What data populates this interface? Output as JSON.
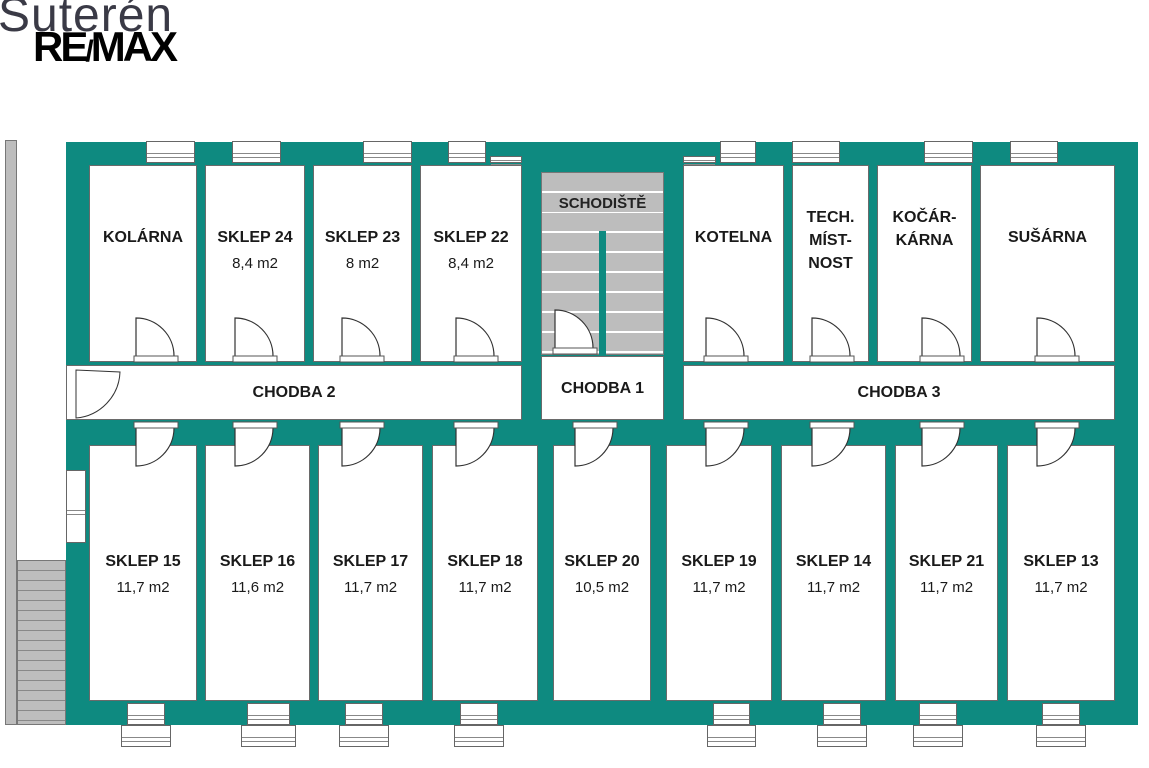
{
  "header": {
    "title": "Suterén",
    "logo": "RE/MAX"
  },
  "rooms_top": [
    {
      "label": "KOLÁRNA",
      "area": ""
    },
    {
      "label": "SKLEP 24",
      "area": "8,4 m2"
    },
    {
      "label": "SKLEP 23",
      "area": "8 m2"
    },
    {
      "label": "SKLEP 22",
      "area": "8,4 m2"
    },
    {
      "label": "KOTELNA",
      "area": ""
    },
    {
      "label": "TECH. MÍST- NOST",
      "area": ""
    },
    {
      "label": "KOČÁR- KÁRNA",
      "area": ""
    },
    {
      "label": "SUŠÁRNA",
      "area": ""
    }
  ],
  "stair": {
    "label": "SCHODIŠTĚ"
  },
  "corridors": [
    {
      "label": "CHODBA 2"
    },
    {
      "label": "CHODBA 1"
    },
    {
      "label": "CHODBA 3"
    }
  ],
  "rooms_bottom": [
    {
      "label": "SKLEP 15",
      "area": "11,7 m2"
    },
    {
      "label": "SKLEP 16",
      "area": "11,6 m2"
    },
    {
      "label": "SKLEP 17",
      "area": "11,7 m2"
    },
    {
      "label": "SKLEP 18",
      "area": "11,7 m2"
    },
    {
      "label": "SKLEP 20",
      "area": "10,5 m2"
    },
    {
      "label": "SKLEP 19",
      "area": "11,7 m2"
    },
    {
      "label": "SKLEP 14",
      "area": "11,7 m2"
    },
    {
      "label": "SKLEP 21",
      "area": "11,7 m2"
    },
    {
      "label": "SKLEP 13",
      "area": "11,7 m2"
    }
  ],
  "colors": {
    "wall": "#0e8a80",
    "stairs": "#bdbdbd"
  }
}
